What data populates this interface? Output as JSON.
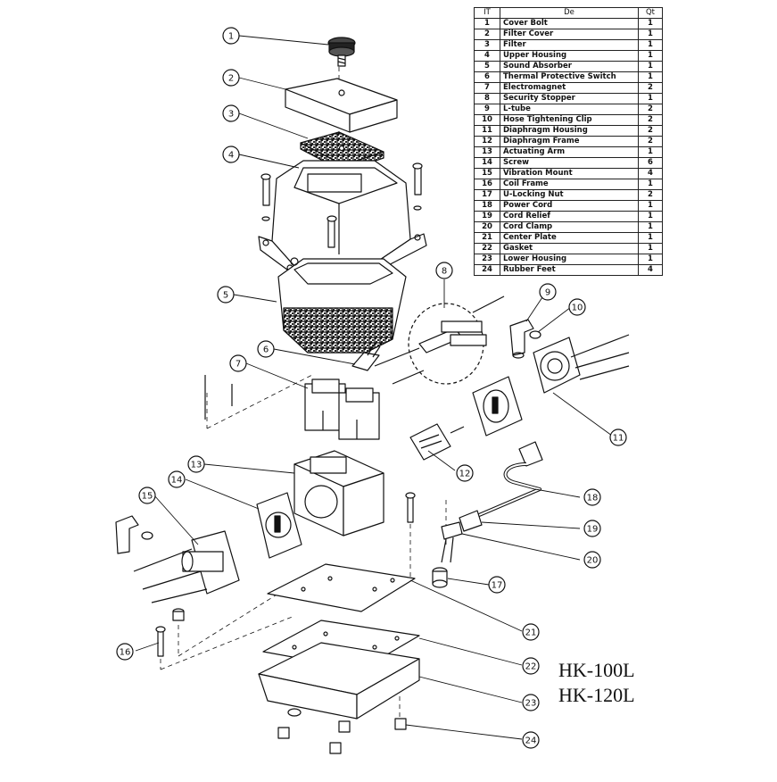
{
  "table": {
    "headers": {
      "item": "IT",
      "description": "De",
      "quantity": "Qt"
    },
    "rows": [
      {
        "item": "1",
        "description": "Cover Bolt",
        "quantity": "1"
      },
      {
        "item": "2",
        "description": "Filter Cover",
        "quantity": "1"
      },
      {
        "item": "3",
        "description": "Filter",
        "quantity": "1"
      },
      {
        "item": "4",
        "description": "Upper Housing",
        "quantity": "1"
      },
      {
        "item": "5",
        "description": "Sound Absorber",
        "quantity": "1"
      },
      {
        "item": "6",
        "description": "Thermal Protective Switch",
        "quantity": "1"
      },
      {
        "item": "7",
        "description": "Electromagnet",
        "quantity": "2"
      },
      {
        "item": "8",
        "description": "Security Stopper",
        "quantity": "1"
      },
      {
        "item": "9",
        "description": "L-tube",
        "quantity": "2"
      },
      {
        "item": "10",
        "description": "Hose Tightening Clip",
        "quantity": "2"
      },
      {
        "item": "11",
        "description": "Diaphragm Housing",
        "quantity": "2"
      },
      {
        "item": "12",
        "description": "Diaphragm Frame",
        "quantity": "2"
      },
      {
        "item": "13",
        "description": "Actuating Arm",
        "quantity": "1"
      },
      {
        "item": "14",
        "description": "Screw",
        "quantity": "6"
      },
      {
        "item": "15",
        "description": "Vibration Mount",
        "quantity": "4"
      },
      {
        "item": "16",
        "description": "Coil Frame",
        "quantity": "1"
      },
      {
        "item": "17",
        "description": "U-Locking Nut",
        "quantity": "2"
      },
      {
        "item": "18",
        "description": "Power Cord",
        "quantity": "1"
      },
      {
        "item": "19",
        "description": "Cord Relief",
        "quantity": "1"
      },
      {
        "item": "20",
        "description": "Cord Clamp",
        "quantity": "1"
      },
      {
        "item": "21",
        "description": "Center Plate",
        "quantity": "1"
      },
      {
        "item": "22",
        "description": "Gasket",
        "quantity": "1"
      },
      {
        "item": "23",
        "description": "Lower Housing",
        "quantity": "1"
      },
      {
        "item": "24",
        "description": "Rubber Feet",
        "quantity": "4"
      }
    ]
  },
  "models": [
    "HK-100L",
    "HK-120L"
  ],
  "callouts": [
    "1",
    "2",
    "3",
    "4",
    "5",
    "6",
    "7",
    "8",
    "9",
    "10",
    "11",
    "12",
    "13",
    "14",
    "15",
    "16",
    "17",
    "18",
    "19",
    "20",
    "21",
    "22",
    "23",
    "24"
  ]
}
